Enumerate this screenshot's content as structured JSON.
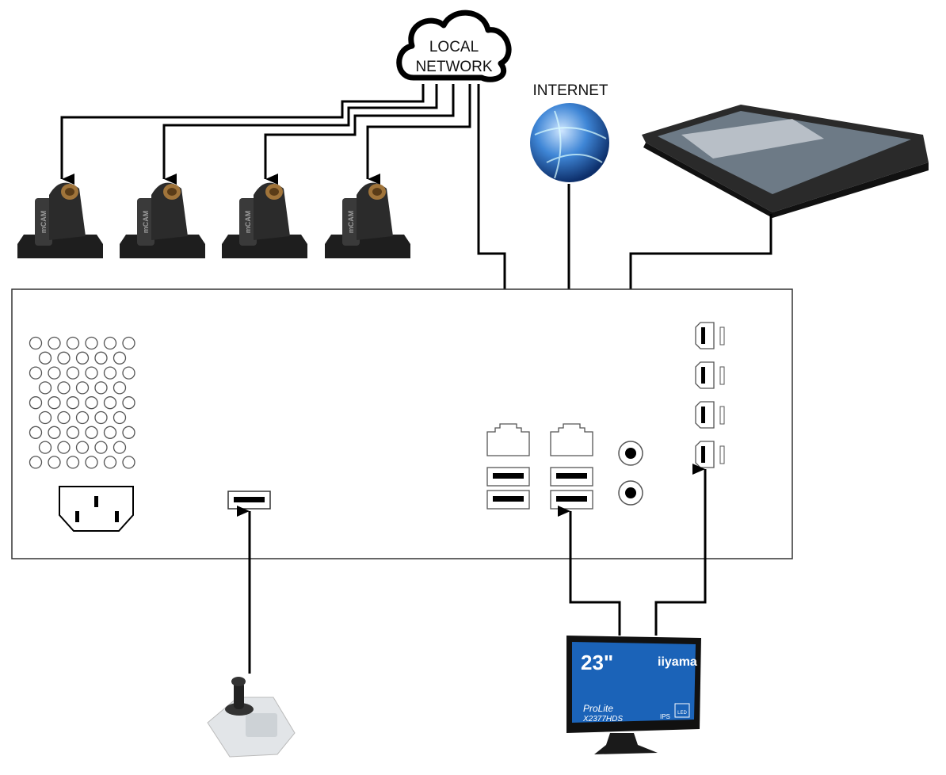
{
  "nodes": {
    "local_network": {
      "line1": "LOCAL",
      "line2": "NETWORK"
    },
    "internet": {
      "label": "INTERNET"
    },
    "camera": {
      "brand": "mCAM",
      "count": 4
    },
    "monitor": {
      "size": "23\"",
      "brand": "iiyama",
      "series": "ProLite",
      "model": "X2377HDS",
      "panel": "IPS",
      "backlight": "LED"
    }
  },
  "colors": {
    "line": "#000000",
    "camera": "#2b2b2b",
    "globe": "#2f6fc4",
    "monitor_screen": "#1b63b8"
  }
}
